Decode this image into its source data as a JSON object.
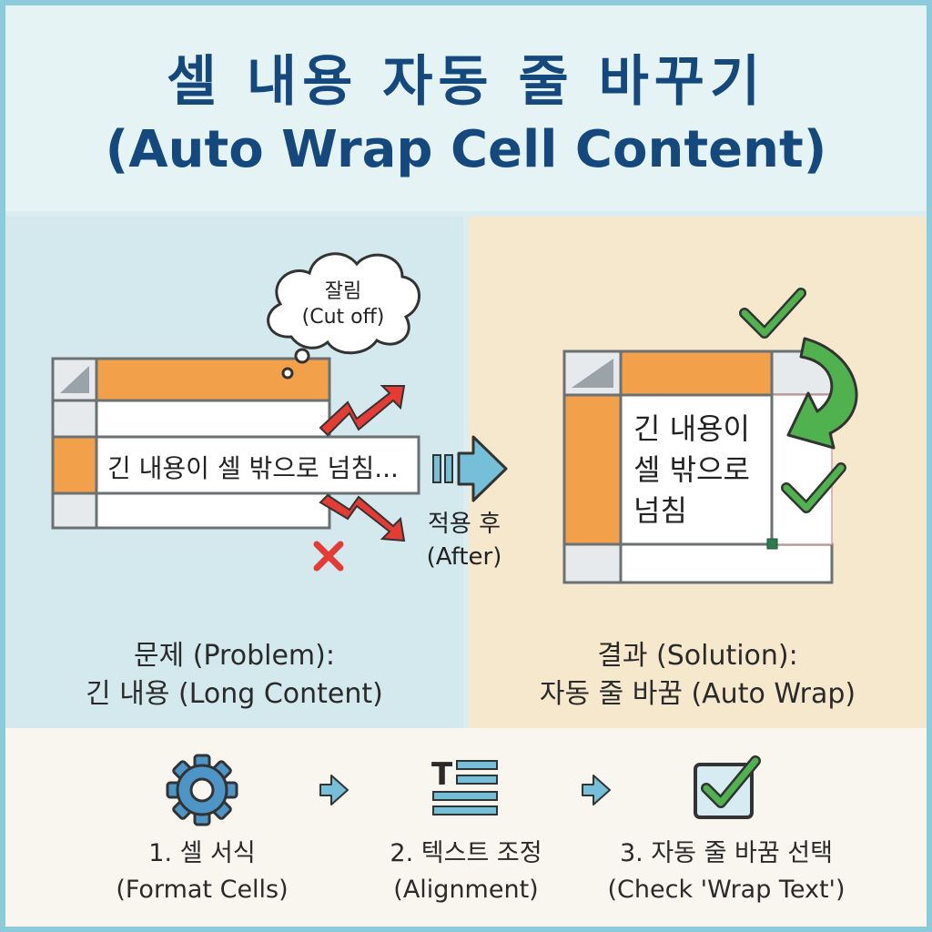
{
  "title": {
    "korean": "셀 내용 자동 줄 바꾸기",
    "english": "(Auto Wrap Cell Content)"
  },
  "problem": {
    "cell_text": "긴 내용이 셀 밖으로 넘침...",
    "bubble_line1": "잘림",
    "bubble_line2": "(Cut off)",
    "caption_line1": "문제 (Problem):",
    "caption_line2": "긴 내용 (Long Content)"
  },
  "transition": {
    "label_line1": "적용 후",
    "label_line2": "(After)"
  },
  "solution": {
    "cell_line1": "긴 내용이",
    "cell_line2": "셀 밖으로",
    "cell_line3": "넘침",
    "caption_line1": "결과 (Solution):",
    "caption_line2": "자동 줄 바꿈 (Auto Wrap)"
  },
  "steps": [
    {
      "label_line1": "1. 셀 서식",
      "label_line2": "(Format Cells)",
      "icon": "gear-icon"
    },
    {
      "label_line1": "2. 텍스트 조정",
      "label_line2": "(Alignment)",
      "icon": "text-align-icon"
    },
    {
      "label_line1": "3. 자동 줄 바꿈 선택",
      "label_line2": "(Check 'Wrap Text')",
      "icon": "checkbox-checked-icon"
    }
  ],
  "colors": {
    "title": "#15497e",
    "orange": "#f3a04a",
    "grid": "#6b7072",
    "red_arrow": "#e43b34",
    "green_check": "#4fb24f",
    "blue_arrow": "#76bfd8",
    "icon_blue": "#4e95c7"
  }
}
